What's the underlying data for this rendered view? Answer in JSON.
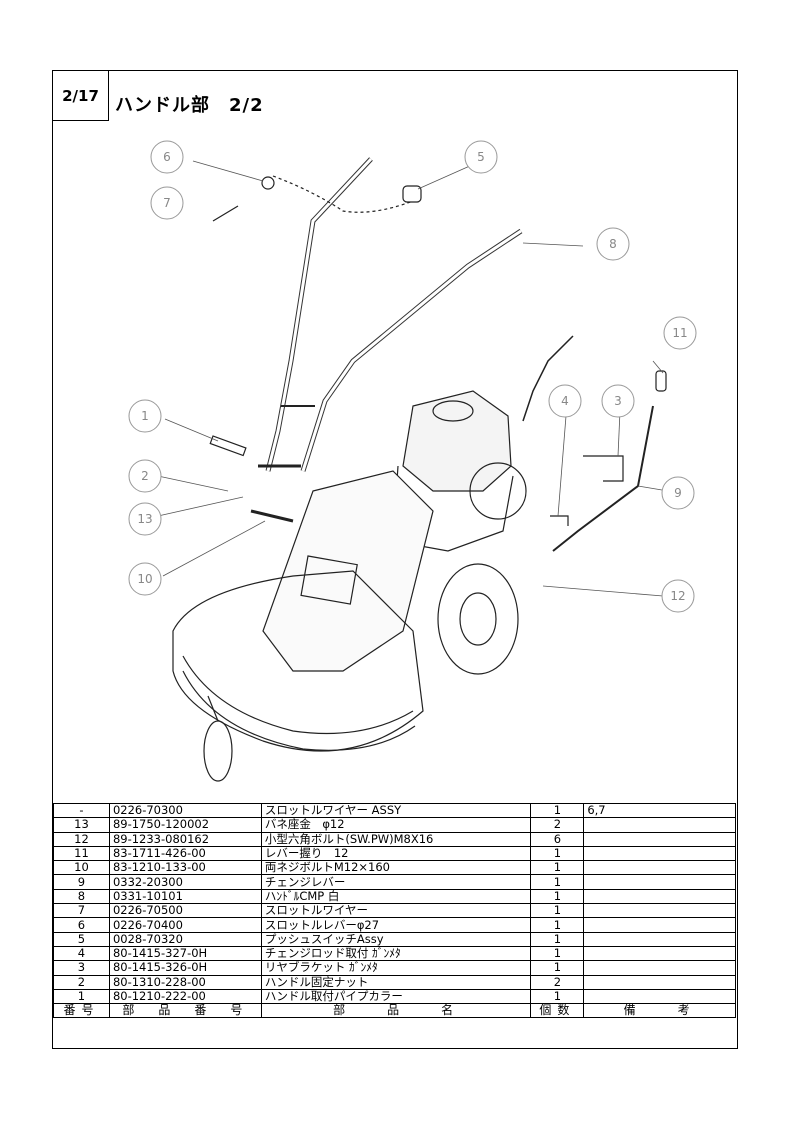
{
  "page": {
    "number": "2/17",
    "title": "ハンドル部　2/2"
  },
  "callouts": [
    "1",
    "2",
    "3",
    "4",
    "5",
    "6",
    "7",
    "8",
    "9",
    "10",
    "11",
    "12",
    "13"
  ],
  "table": {
    "headers": [
      "番号",
      "部　品　番　号",
      "部　　品　　名",
      "個数",
      "備　　考"
    ],
    "rows": [
      {
        "no": "-",
        "part": "0226-70300",
        "name": "スロットルワイヤー ASSY",
        "qty": "1",
        "note": "6,7"
      },
      {
        "no": "13",
        "part": "89-1750-120002",
        "name": "バネ座金　φ12",
        "qty": "2",
        "note": ""
      },
      {
        "no": "12",
        "part": "89-1233-080162",
        "name": "小型六角ボルト(SW.PW)M8X16",
        "qty": "6",
        "note": ""
      },
      {
        "no": "11",
        "part": "83-1711-426-00",
        "name": "レバー握り　12",
        "qty": "1",
        "note": ""
      },
      {
        "no": "10",
        "part": "83-1210-133-00",
        "name": "両ネジボルトM12×160",
        "qty": "1",
        "note": ""
      },
      {
        "no": "9",
        "part": "0332-20300",
        "name": "チェンジレバー",
        "qty": "1",
        "note": ""
      },
      {
        "no": "8",
        "part": "0331-10101",
        "name": "ハﾝﾄﾞﾙCMP 白",
        "qty": "1",
        "note": ""
      },
      {
        "no": "7",
        "part": "0226-70500",
        "name": "スロットルワイヤー",
        "qty": "1",
        "note": ""
      },
      {
        "no": "6",
        "part": "0226-70400",
        "name": "スロットルレバーφ27",
        "qty": "1",
        "note": ""
      },
      {
        "no": "5",
        "part": "0028-70320",
        "name": "プッシュスイッチAssy",
        "qty": "1",
        "note": ""
      },
      {
        "no": "4",
        "part": "80-1415-327-0H",
        "name": "チェンジロッド取付 ｶﾞﾝﾒﾀ",
        "qty": "1",
        "note": ""
      },
      {
        "no": "3",
        "part": "80-1415-326-0H",
        "name": "リヤブラケット ｶﾞﾝﾒﾀ",
        "qty": "1",
        "note": ""
      },
      {
        "no": "2",
        "part": "80-1310-228-00",
        "name": "ハンドル固定ナット",
        "qty": "2",
        "note": ""
      },
      {
        "no": "1",
        "part": "80-1210-222-00",
        "name": "ハンドル取付パイプカラー",
        "qty": "1",
        "note": ""
      }
    ]
  }
}
